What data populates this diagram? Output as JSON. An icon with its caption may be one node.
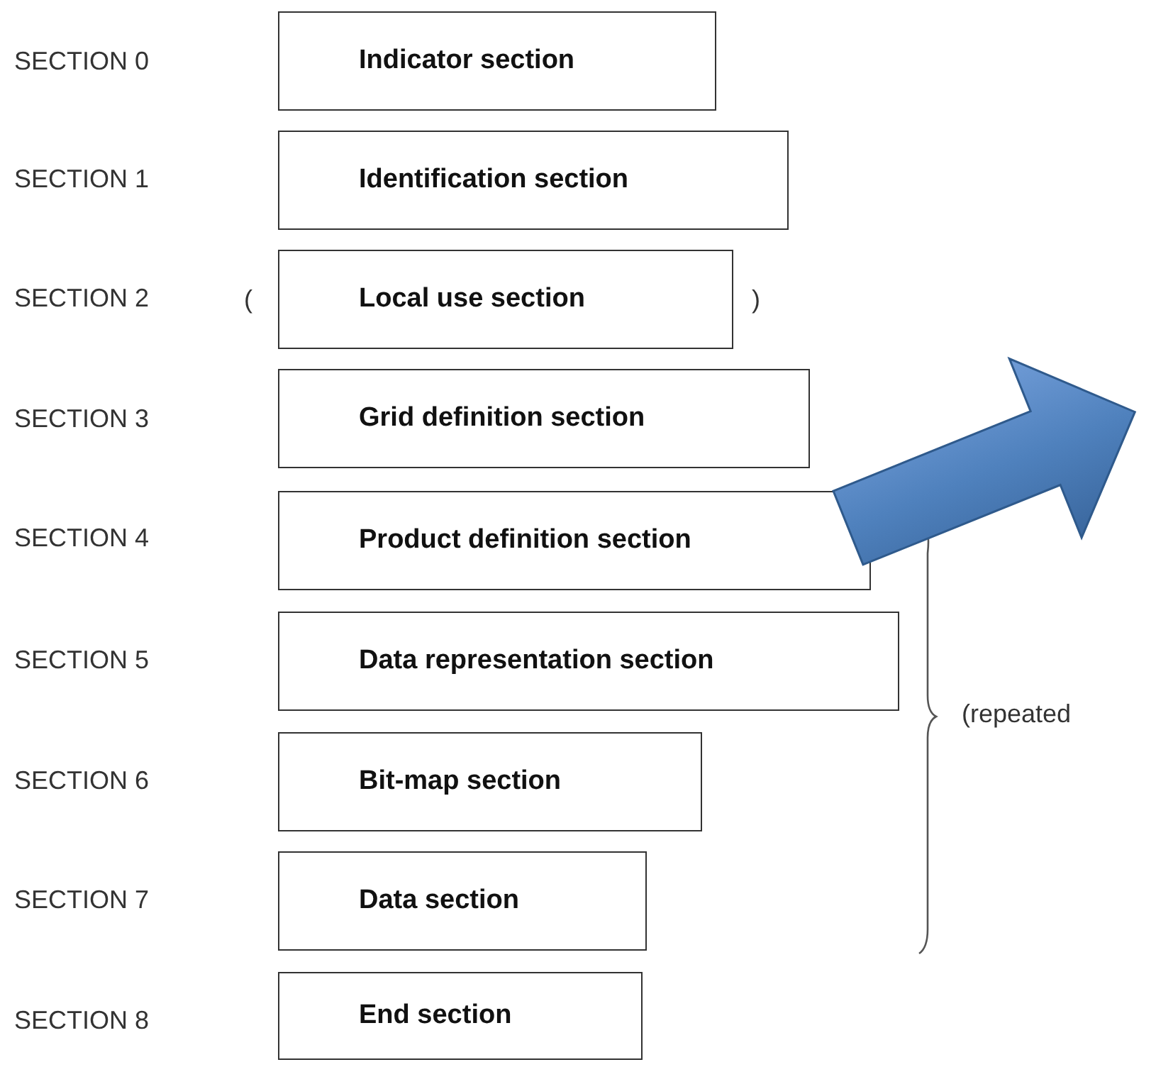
{
  "diagram": {
    "nodes": [
      {
        "text": [
          "Indicator section"
        ]
      },
      {
        "text": [
          "Identification section"
        ]
      },
      {
        "text": [
          "Local use section"
        ]
      },
      {
        "text": [
          "Grid definition section"
        ]
      },
      {
        "text": [
          "Product definition section"
        ]
      },
      {
        "text": [
          "Data representation section"
        ]
      },
      {
        "text": [
          "Bit-map section"
        ]
      },
      {
        "text": [
          "Data section"
        ]
      },
      {
        "text": [
          "End section"
        ]
      }
    ],
    "labels": [
      "SECTION 0",
      "SECTION 1",
      "SECTION 2",
      "(",
      ")",
      "SECTION 3",
      "SECTION 4",
      "SECTION 5",
      "(repeated",
      "SECTION 6",
      "SECTION 7",
      "SECTION 8"
    ]
  }
}
